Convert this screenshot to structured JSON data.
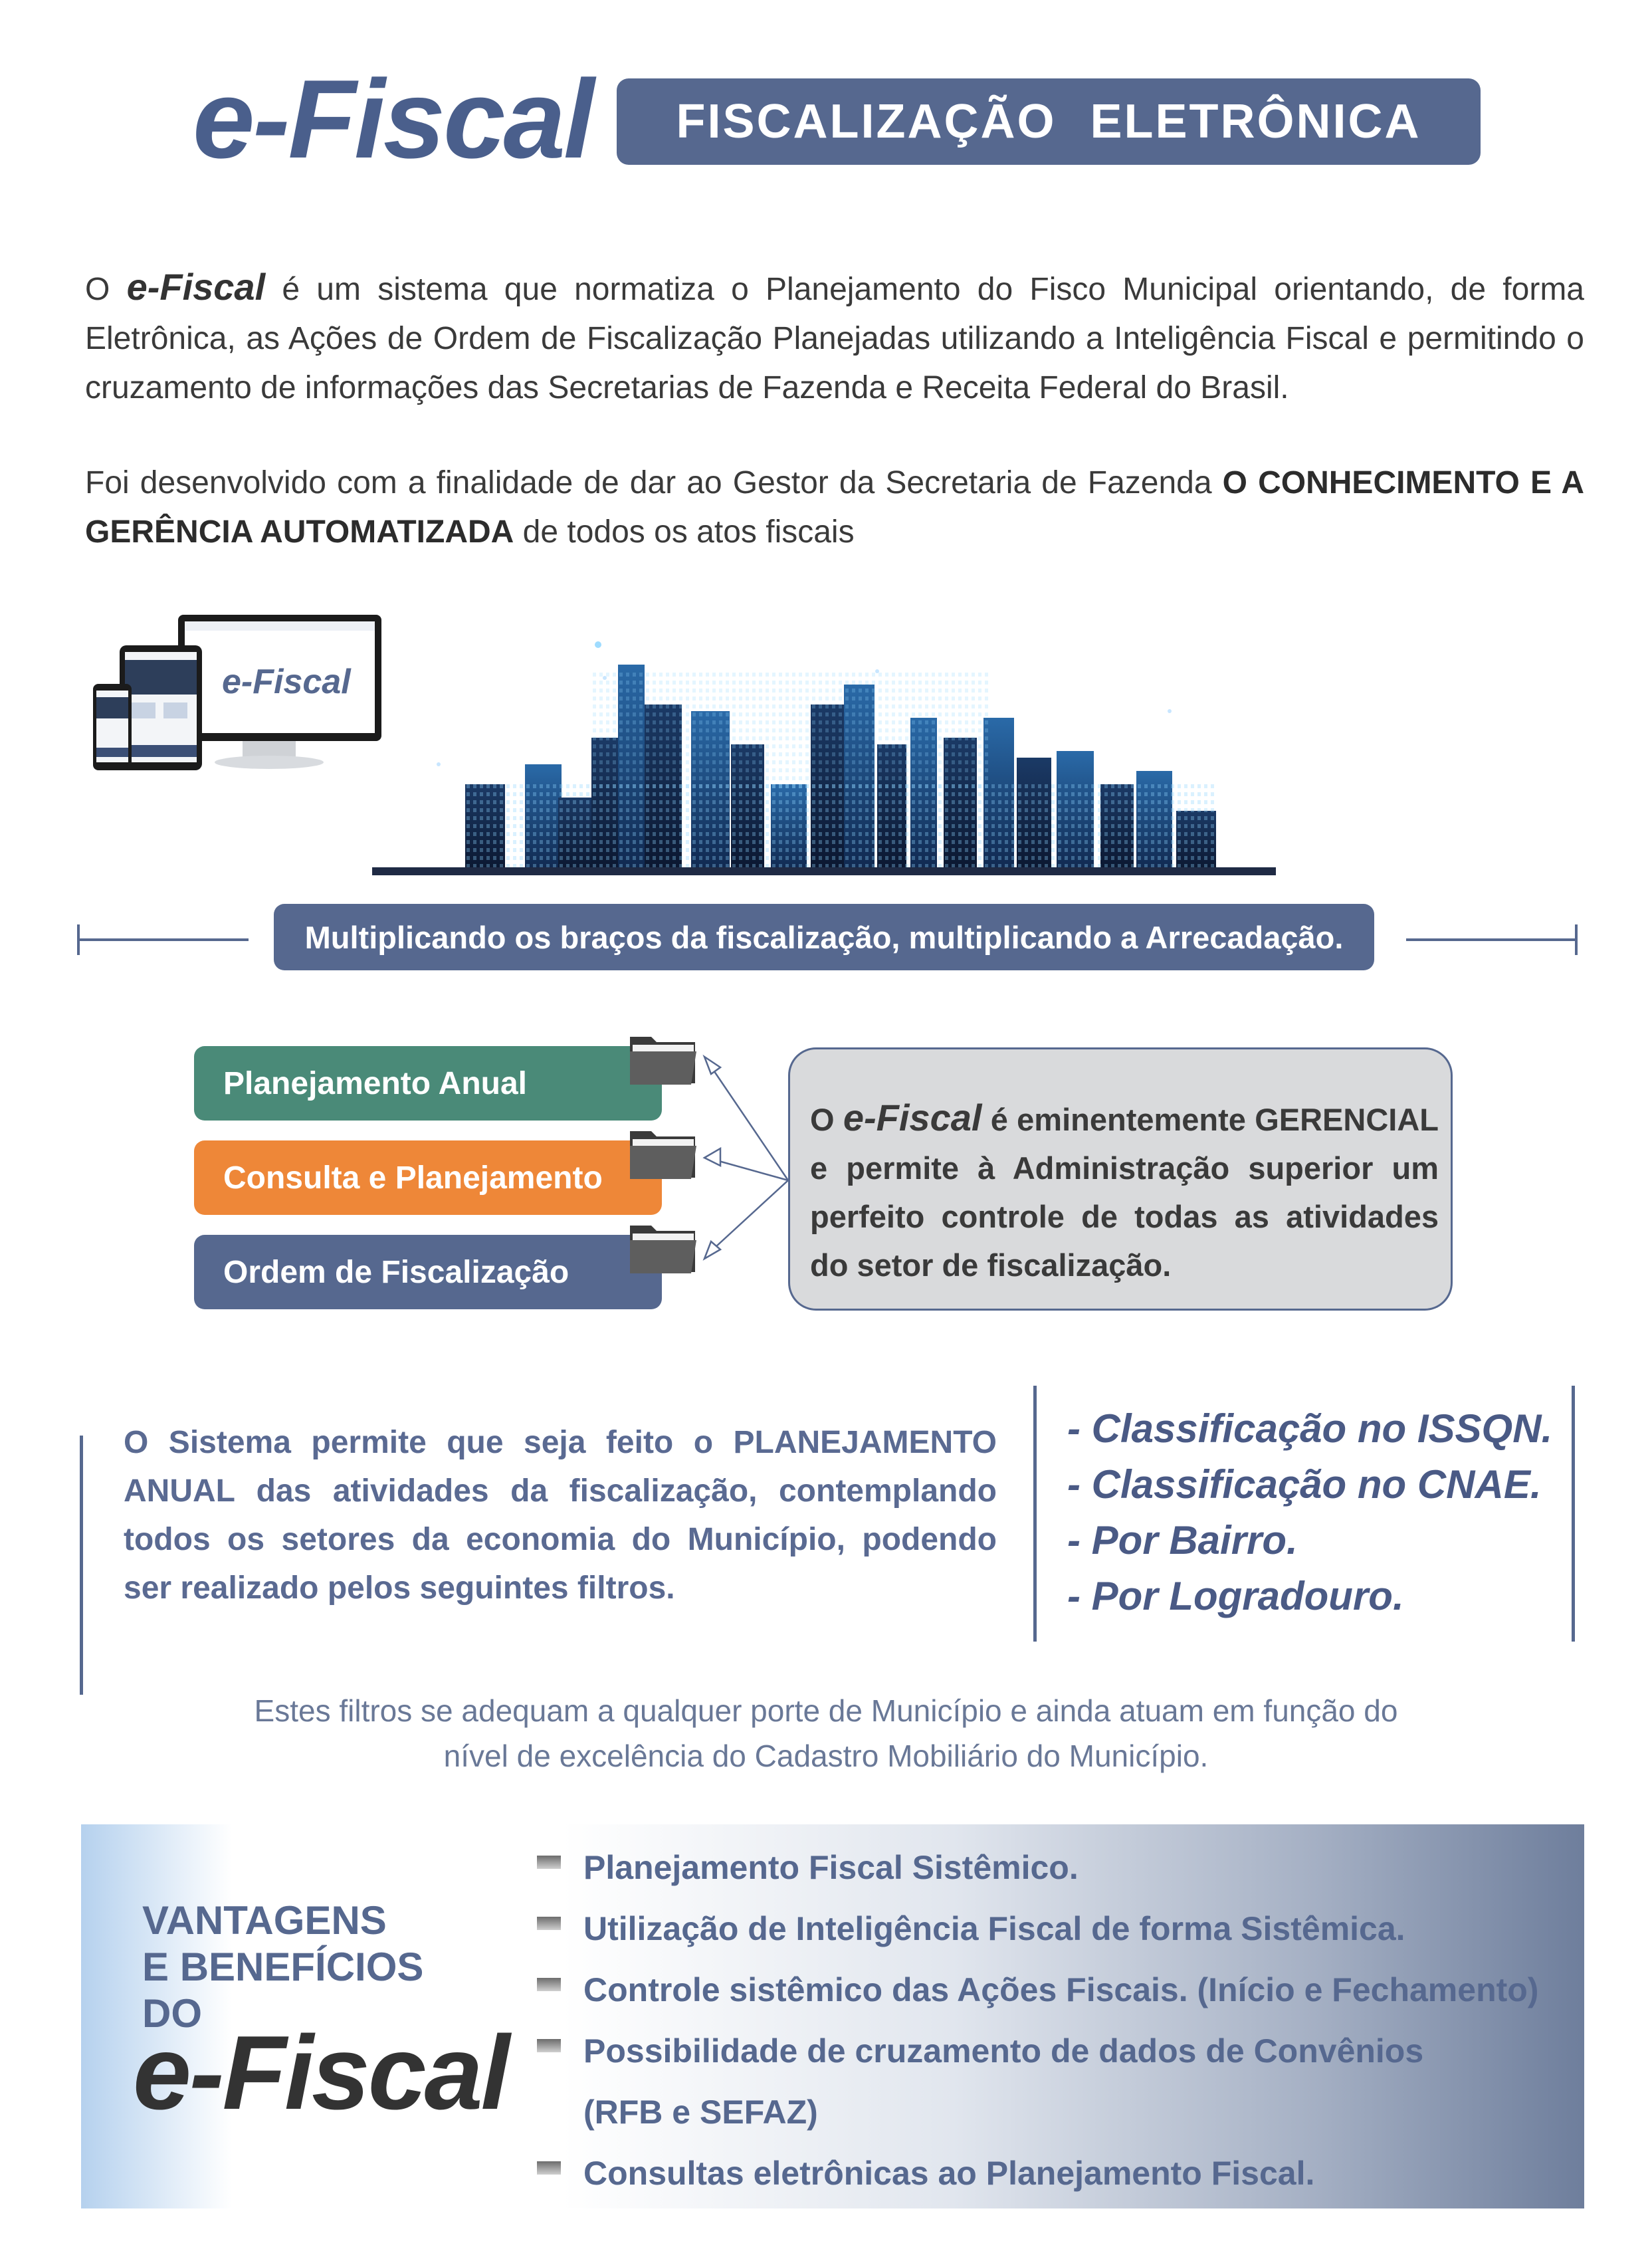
{
  "header": {
    "logo": "e-Fiscal",
    "title": "FISCALIZAÇÃO ELETRÔNICA"
  },
  "intro": {
    "p1_start": "O",
    "p1_brand": "e-Fiscal",
    "p1_rest": "é um sistema que normatiza o Planejamento do Fisco Municipal orientando, de forma Eletrônica, as Ações de Ordem de Fiscalização Planejadas utilizando a Inteligência Fiscal e permitindo o cruzamento de informações das Secretarias de Fazenda e Receita Federal do Brasil.",
    "p2_start": "Foi desenvolvido com a finalidade de dar ao Gestor da Secretaria de Fazenda",
    "p2_bold": "O CONHECIMENTO E A GERÊNCIA AUTOMATIZADA",
    "p2_end": "de todos os atos fiscais"
  },
  "devices": {
    "screen_logo": "e-Fiscal"
  },
  "banner": {
    "text": "Multiplicando os braços da fiscalização, multiplicando a Arrecadação."
  },
  "modules": [
    {
      "label": "Planejamento Anual",
      "color": "#4a8a78"
    },
    {
      "label": "Consulta e Planejamento",
      "color": "#ee8738"
    },
    {
      "label": "Ordem de Fiscalização",
      "color": "#56688f"
    }
  ],
  "info": {
    "start": "O",
    "brand": "e-Fiscal",
    "rest": "é eminentemente GERENCIAL e permite à Administração superior um perfeito controle de todas as atividades do setor de fiscalização."
  },
  "filters": {
    "text": "O Sistema permite que seja feito o PLANEJAMENTO ANUAL das atividades da fiscalização, contemplando todos os setores da economia do Município, podendo ser realizado pelos seguintes filtros.",
    "items": [
      "- Classificação no ISSQN.",
      "- Classificação no CNAE.",
      "- Por Bairro.",
      "- Por Logradouro."
    ]
  },
  "note": {
    "line1": "Estes filtros se adequam  a qualquer porte de Município e ainda atuam em função do",
    "line2": "nível de excelência do Cadastro Mobiliário do Município."
  },
  "vantagens": {
    "title_l1": "VANTAGENS",
    "title_l2": "E BENEFÍCIOS",
    "title_l3": "DO",
    "logo": "e-Fiscal",
    "items": [
      "Planejamento Fiscal Sistêmico.",
      "Utilização de Inteligência Fiscal de forma Sistêmica.",
      "Controle sistêmico das Ações Fiscais. (Início e Fechamento)",
      "Possibilidade de cruzamento de dados de Convênios",
      "(RFB e SEFAZ)",
      "Consultas eletrônicas ao Planejamento Fiscal."
    ]
  },
  "colors": {
    "brand_blue": "#56688f",
    "green": "#4a8a78",
    "orange": "#ee8738",
    "gray_box": "#d9dadc"
  }
}
